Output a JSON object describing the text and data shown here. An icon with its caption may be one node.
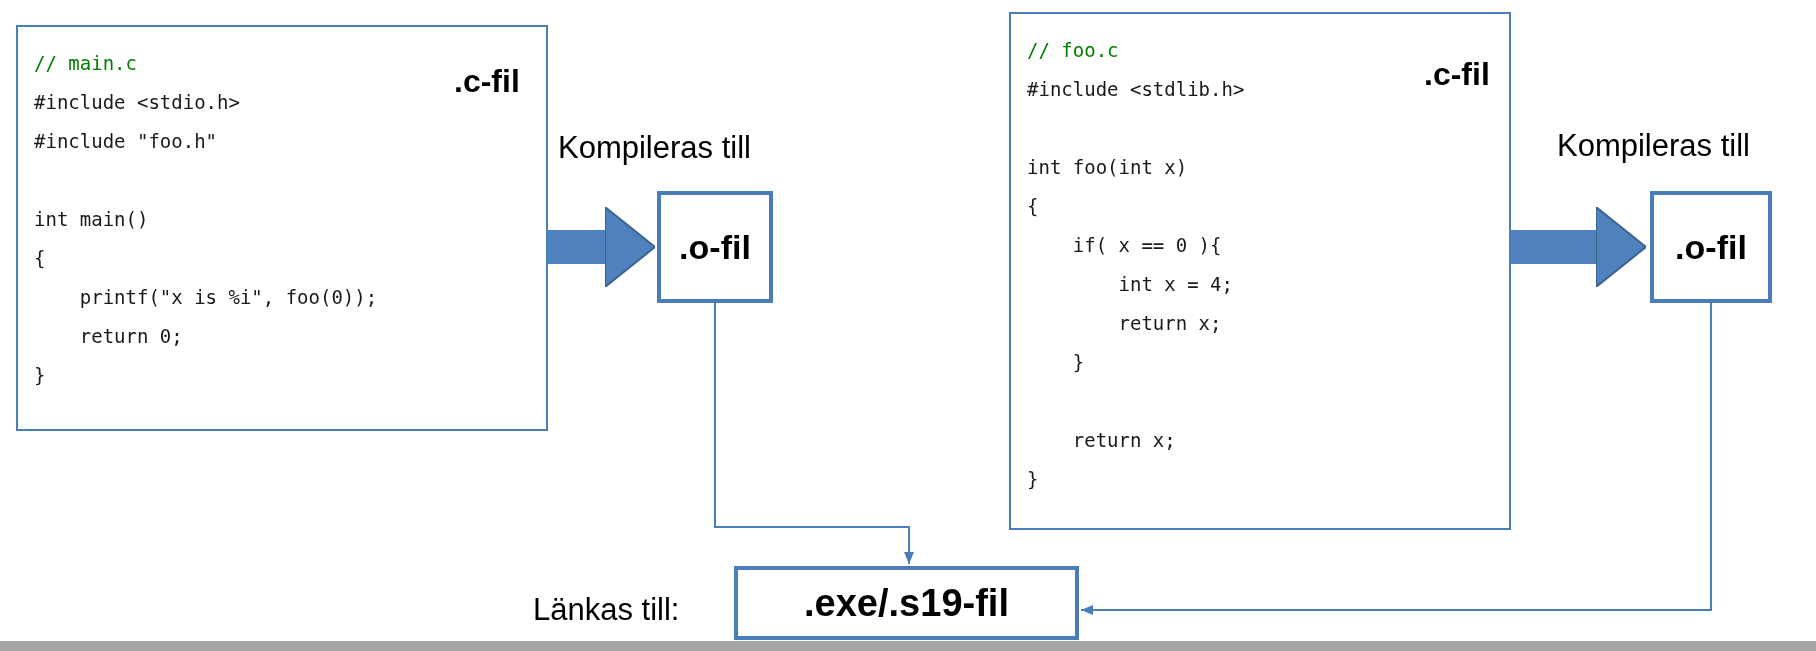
{
  "diagram": {
    "nodes": [
      {
        "text": [
          "// main.c",
          "#include <stdio.h>",
          "#include \"foo.h\"",
          "int main()",
          "{",
          "    printf(\"x is %i\", foo(0));",
          "    return 0;",
          "}",
          ".c-fil"
        ]
      },
      {
        "text": [
          ".o-fil"
        ]
      },
      {
        "text": [
          "// foo.c",
          "#include <stdlib.h>",
          "int foo(int x)",
          "{",
          "    if( x == 0 ){",
          "        int x = 4;",
          "        return x;",
          "    }",
          "    return x;",
          "}",
          ".c-fil"
        ]
      },
      {
        "text": [
          ".o-fil"
        ]
      },
      {
        "text": [
          ".exe/.s19-fil"
        ],
        "beside": [
          "Länkas till:"
        ]
      }
    ],
    "edges": [
      {
        "from": 0,
        "to": 1,
        "arrow": "to",
        "label": "Kompileras till",
        "style": "thick"
      },
      {
        "from": 2,
        "to": 3,
        "arrow": "to",
        "label": "Kompileras till",
        "style": "thick"
      },
      {
        "from": 1,
        "to": 4,
        "arrow": "to"
      },
      {
        "from": 3,
        "to": 4,
        "arrow": "to"
      }
    ]
  }
}
